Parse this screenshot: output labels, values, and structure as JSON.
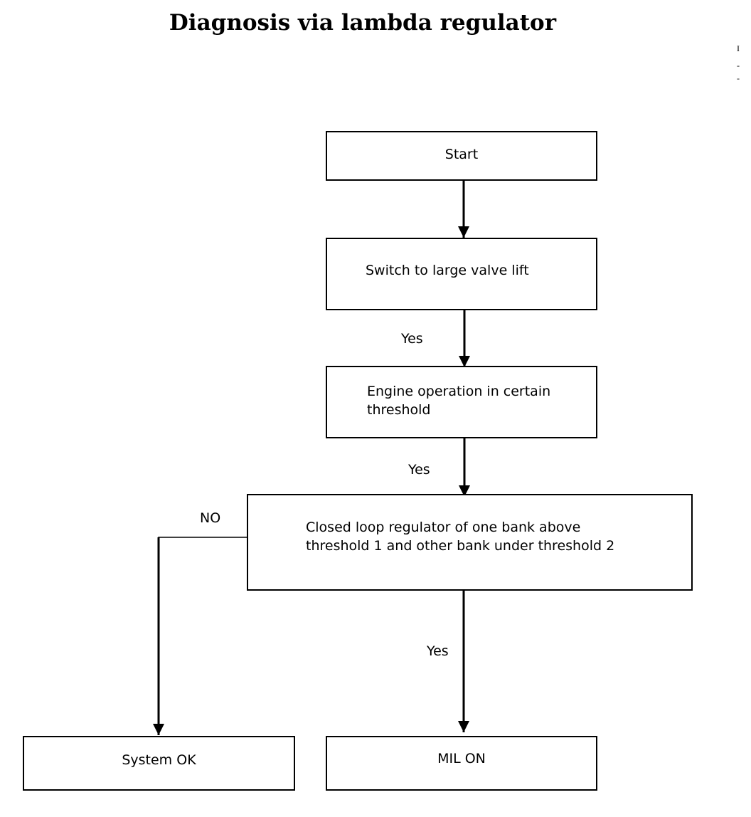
{
  "title": "Diagnosis via lambda regulator",
  "nodes": {
    "start": "Start",
    "switch": "Switch to large valve lift",
    "engine": {
      "line1": "Engine operation in certain",
      "line2": "threshold"
    },
    "closed_loop": {
      "line1": "Closed loop regulator of one bank above",
      "line2": "threshold 1 and other bank under threshold 2"
    },
    "system_ok": "System OK",
    "mil_on": "MIL ON"
  },
  "edges": {
    "switch_to_engine": "Yes",
    "engine_to_closed_loop": "Yes",
    "closed_loop_to_mil": "Yes",
    "closed_loop_to_system_ok": "NO"
  }
}
